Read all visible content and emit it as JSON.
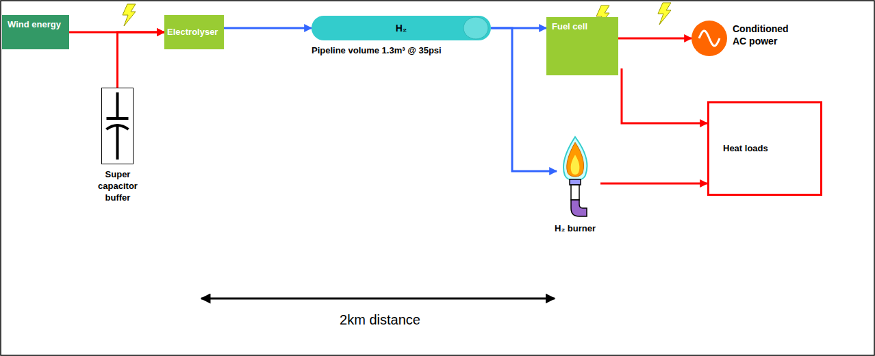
{
  "diagram": {
    "nodes": [
      {
        "text": [
          "Wind energy"
        ]
      },
      {
        "text": [
          "Electrolyser"
        ]
      },
      {
        "text": [
          "H₂"
        ]
      },
      {
        "text": [
          "Fuel cell"
        ]
      },
      {
        "text": [
          "Conditioned AC power"
        ]
      },
      {
        "text": [
          "Heat loads"
        ]
      },
      {
        "text": [
          "H₂ burner"
        ]
      },
      {
        "text": [
          "Super capacitor buffer"
        ]
      }
    ],
    "edges": [
      {
        "from": 0,
        "to": 1,
        "arrow": "to"
      },
      {
        "from": 7,
        "to": 1,
        "arrow": "to"
      },
      {
        "from": 1,
        "to": 2,
        "arrow": "to"
      },
      {
        "from": 2,
        "to": 3,
        "arrow": "to"
      },
      {
        "from": 2,
        "to": 6,
        "arrow": "to"
      },
      {
        "from": 3,
        "to": 4,
        "arrow": "to"
      },
      {
        "from": 3,
        "to": 5,
        "arrow": "to"
      },
      {
        "from": 6,
        "to": 5,
        "arrow": "to"
      }
    ],
    "labels": [
      "Pipeline volume 1.3m³ @ 35psi",
      "2km distance"
    ]
  }
}
